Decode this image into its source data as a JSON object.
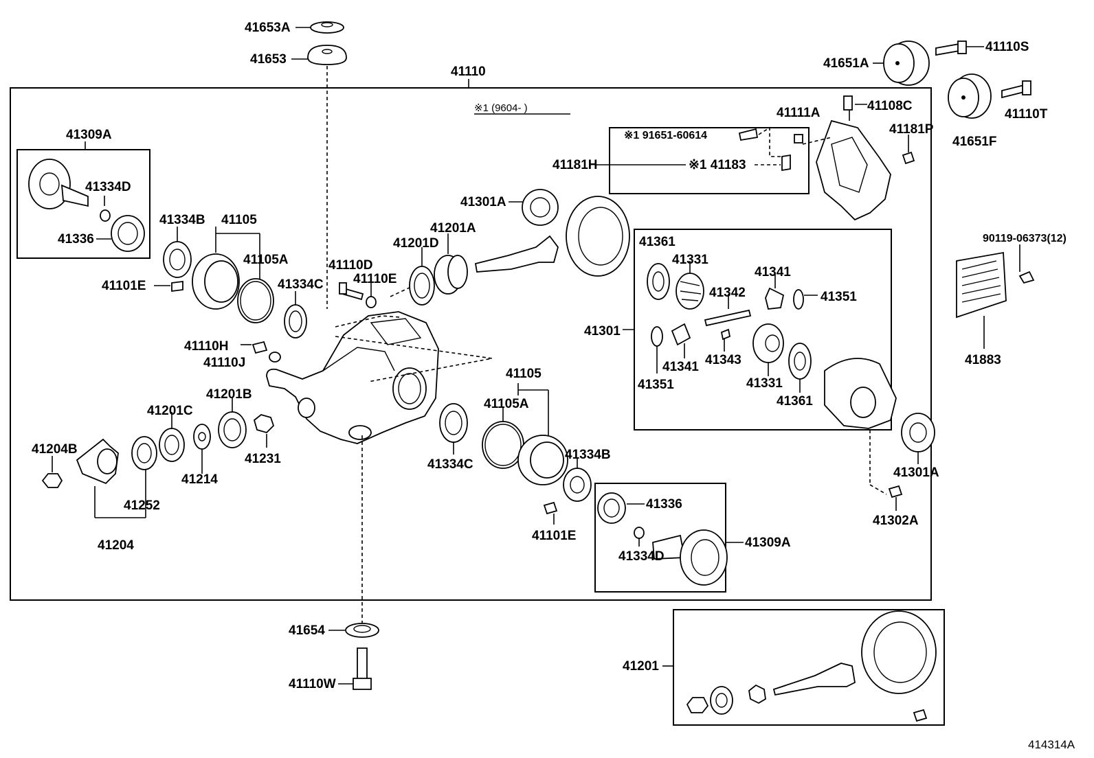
{
  "diagram": {
    "code": "414314A",
    "note": "※1 (9604-      )",
    "labels": {
      "p41653A": "41653A",
      "p41653": "41653",
      "p41110": "41110",
      "p41651A": "41651A",
      "p41110S": "41110S",
      "p41651F": "41651F",
      "p41110T": "41110T",
      "p41309A_top": "41309A",
      "p41334D_top": "41334D",
      "p41336_top": "41336",
      "p41334B_left": "41334B",
      "p41105_left": "41105",
      "p41105A_left": "41105A",
      "p41101E_left": "41101E",
      "p41334C_left": "41334C",
      "p41110D": "41110D",
      "p41110E": "41110E",
      "p41201D": "41201D",
      "p41201A": "41201A",
      "p41301A_top": "41301A",
      "p41108C": "41108C",
      "p41111A": "41111A",
      "p41181P": "41181P",
      "p91651": "※1 91651-60614",
      "p41181H": "41181H",
      "p41183": "※1 41183",
      "p90119": "90119-06373(12)",
      "p41883": "41883",
      "p41361_a": "41361",
      "p41331_a": "41331",
      "p41342": "41342",
      "p41341_a": "41341",
      "p41351_a": "41351",
      "p41301": "41301",
      "p41341_b": "41341",
      "p41343": "41343",
      "p41351_b": "41351",
      "p41331_b": "41331",
      "p41361_b": "41361",
      "p41110H": "41110H",
      "p41110J": "41110J",
      "p41201C": "41201C",
      "p41201B": "41201B",
      "p41204B": "41204B",
      "p41214": "41214",
      "p41231": "41231",
      "p41252": "41252",
      "p41204": "41204",
      "p41105_right": "41105",
      "p41105A_right": "41105A",
      "p41334C_right": "41334C",
      "p41334B_right": "41334B",
      "p41101E_right": "41101E",
      "p41336_bottom": "41336",
      "p41334D_bottom": "41334D",
      "p41309A_bottom": "41309A",
      "p41301A_right": "41301A",
      "p41302A": "41302A",
      "p41654": "41654",
      "p41110W": "41110W",
      "p41201": "41201"
    }
  }
}
